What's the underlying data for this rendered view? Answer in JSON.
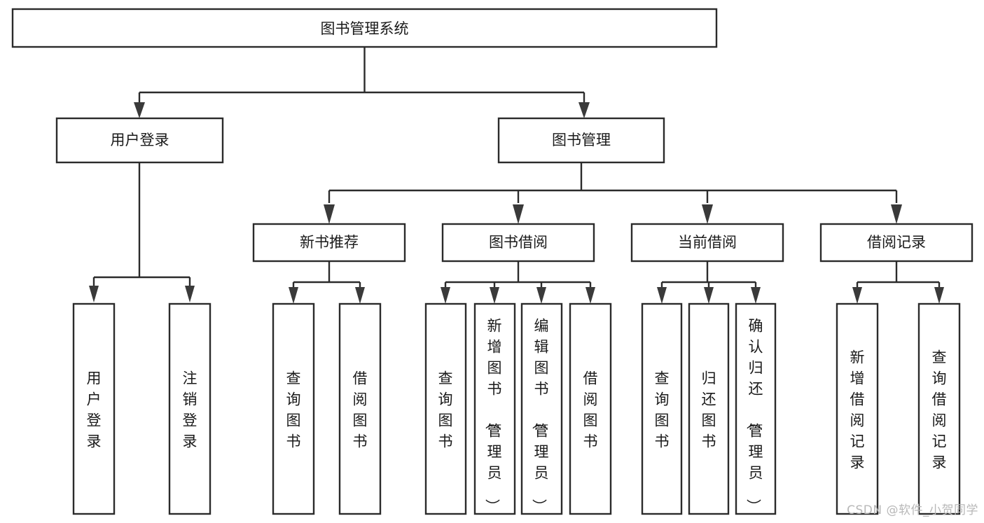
{
  "diagram": {
    "type": "tree-hierarchy",
    "title": "图书管理系统",
    "orientation": "top-down",
    "watermark": "CSDN @软件_小贺同学",
    "colors": {
      "box_stroke": "#2b2b2b",
      "box_fill": "#ffffff",
      "connector": "#2b2b2b",
      "arrow": "#3a3a3a",
      "text": "#1a1a1a",
      "watermark": "#b8b8b8",
      "background": "#ffffff"
    },
    "levels": {
      "root": {
        "label": "图书管理系统"
      },
      "level2": [
        {
          "label": "用户登录"
        },
        {
          "label": "图书管理"
        }
      ],
      "level3": [
        {
          "label": "新书推荐"
        },
        {
          "label": "图书借阅"
        },
        {
          "label": "当前借阅"
        },
        {
          "label": "借阅记录"
        }
      ],
      "leaves": [
        {
          "label": "用户登录"
        },
        {
          "label": "注销登录"
        },
        {
          "label": "查询图书"
        },
        {
          "label": "借阅图书"
        },
        {
          "label": "查询图书"
        },
        {
          "label": "新增图书（管理员）"
        },
        {
          "label": "编辑图书（管理员）"
        },
        {
          "label": "借阅图书"
        },
        {
          "label": "查询图书"
        },
        {
          "label": "归还图书"
        },
        {
          "label": "确认归还（管理员）"
        },
        {
          "label": "新增借阅记录"
        },
        {
          "label": "查询借阅记录"
        }
      ]
    },
    "edges": [
      {
        "from": "图书管理系统",
        "to": "用户登录"
      },
      {
        "from": "图书管理系统",
        "to": "图书管理"
      },
      {
        "from": "用户登录",
        "to": "用户登录"
      },
      {
        "from": "用户登录",
        "to": "注销登录"
      },
      {
        "from": "图书管理",
        "to": "新书推荐"
      },
      {
        "from": "图书管理",
        "to": "图书借阅"
      },
      {
        "from": "图书管理",
        "to": "当前借阅"
      },
      {
        "from": "图书管理",
        "to": "借阅记录"
      },
      {
        "from": "新书推荐",
        "to": "查询图书"
      },
      {
        "from": "新书推荐",
        "to": "借阅图书"
      },
      {
        "from": "图书借阅",
        "to": "查询图书"
      },
      {
        "from": "图书借阅",
        "to": "新增图书（管理员）"
      },
      {
        "from": "图书借阅",
        "to": "编辑图书（管理员）"
      },
      {
        "from": "图书借阅",
        "to": "借阅图书"
      },
      {
        "from": "当前借阅",
        "to": "查询图书"
      },
      {
        "from": "当前借阅",
        "to": "归还图书"
      },
      {
        "from": "当前借阅",
        "to": "确认归还（管理员）"
      },
      {
        "from": "借阅记录",
        "to": "新增借阅记录"
      },
      {
        "from": "借阅记录",
        "to": "查询借阅记录"
      }
    ]
  }
}
